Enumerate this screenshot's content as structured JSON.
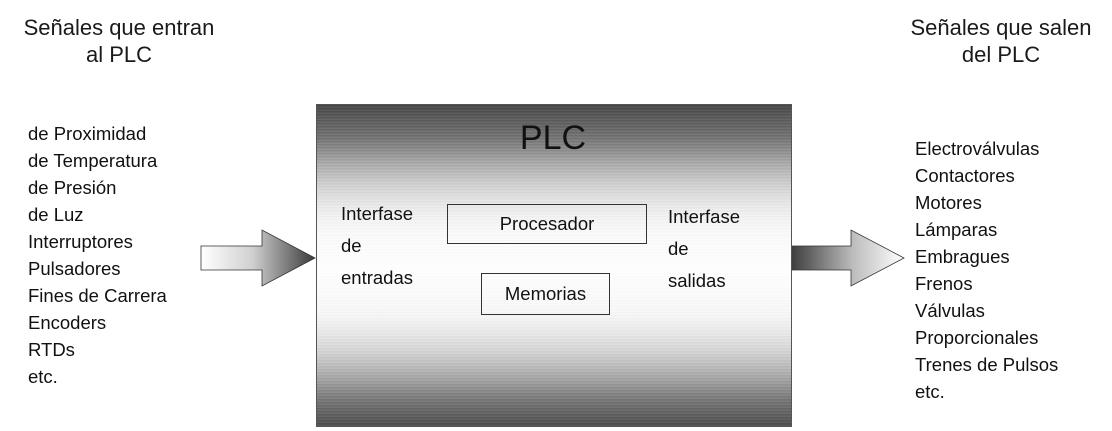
{
  "input_heading": [
    "Señales que entran",
    "al PLC"
  ],
  "output_heading": [
    "Señales que salen",
    "del PLC"
  ],
  "inputs": [
    "de Proximidad",
    "de Temperatura",
    "de Presión",
    "de Luz",
    "Interruptores",
    "Pulsadores",
    "Fines de Carrera",
    "Encoders",
    "RTDs",
    "etc."
  ],
  "outputs": [
    "Electroválvulas",
    "Contactores",
    "Motores",
    "Lámparas",
    "Embragues",
    "Frenos",
    "Válvulas",
    "Proporcionales",
    "Trenes de Pulsos",
    "etc."
  ],
  "plc": {
    "title": "PLC",
    "input_interface": [
      "Interfase",
      "de",
      "entradas"
    ],
    "output_interface": [
      "Interfase",
      "de",
      "salidas"
    ],
    "processor": "Procesador",
    "memory": "Memorias"
  },
  "colors": {
    "arrow_dark": "#3a3a3a",
    "arrow_light": "#ffffff",
    "box_dark": "#4a4a4a",
    "box_light": "#f4f4f4"
  },
  "icons": {
    "input_arrow": "right-arrow-icon",
    "output_arrow": "right-arrow-icon"
  }
}
